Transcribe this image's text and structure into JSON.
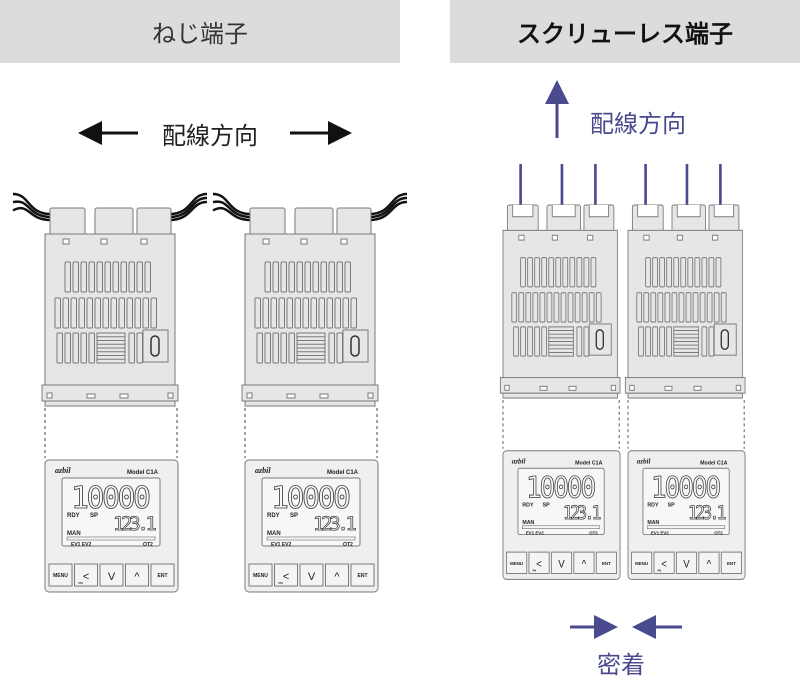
{
  "headers": {
    "left": "ねじ端子",
    "right": "スクリューレス端子"
  },
  "labels": {
    "wiring_direction_left": "配線方向",
    "wiring_direction_right": "配線方向",
    "close_contact": "密着"
  },
  "colors": {
    "accent": "#4a4a8e",
    "header_bg": "#dcdcdc",
    "device_fill": "#e6e6e6",
    "device_stroke": "#7a7a7a"
  },
  "device_face": {
    "logo": "azbil",
    "model": "Model C1A",
    "pv_display": "10000",
    "sp_display": "123.1",
    "indicators": [
      "RDY",
      "SP",
      "MAN",
      "EV1 EV2",
      "OT2"
    ],
    "buttons": [
      "MENU",
      "<",
      "V",
      "^",
      "ENT"
    ],
    "button_sub": "PN"
  },
  "devices": [
    {
      "group": "ねじ端子",
      "terminal": "screw"
    },
    {
      "group": "ねじ端子",
      "terminal": "screw"
    },
    {
      "group": "スクリューレス端子",
      "terminal": "screwless"
    },
    {
      "group": "スクリューレス端子",
      "terminal": "screwless"
    }
  ]
}
